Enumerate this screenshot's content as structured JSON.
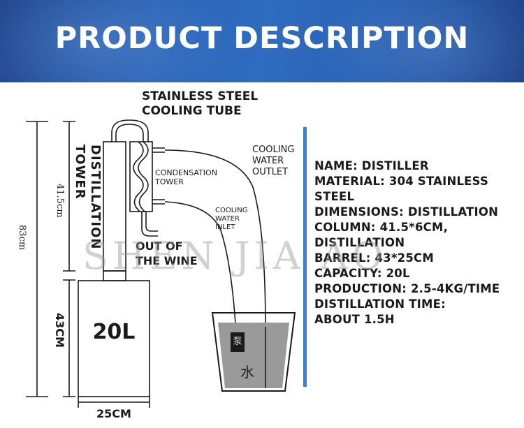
{
  "banner": {
    "title": "PRODUCT DESCRIPTION"
  },
  "diagram": {
    "cooling_tube_line1": "STAINLESS STEEL",
    "cooling_tube_line2": "COOLING TUBE",
    "tower_line1": "DISTILLATION",
    "tower_line2": "TOWER",
    "condensation_line1": "CONDENSATION",
    "condensation_line2": "TOWER",
    "out_line1": "OUT OF",
    "out_line2": "THE WINE",
    "outlet_line1": "COOLING",
    "outlet_line2": "WATER",
    "outlet_line3": "OUTLET",
    "inlet_line1": "COOLING",
    "inlet_line2": "WATER",
    "inlet_line3": "INLET",
    "barrel_capacity": "20L",
    "pump_char": "泵",
    "water_char": "水"
  },
  "dimensions": {
    "total_height": "83cm",
    "tower_height": "41.5cm",
    "barrel_height": "43CM",
    "barrel_width": "25CM"
  },
  "specs": [
    "NAME: DISTILLER",
    "MATERIAL: 304 STAINLESS",
    "STEEL",
    "DIMENSIONS: DISTILLATION",
    "COLUMN: 41.5*6CM,",
    "DISTILLATION",
    "BARREL: 43*25CM",
    "CAPACITY: 20L",
    "PRODUCTION: 2.5-4KG/TIME",
    "DISTILLATION TIME:",
    "ABOUT 1.5H"
  ],
  "watermark": "SHEN JIA AO",
  "colors": {
    "banner": "#2a62b4",
    "accent_bar": "#3f7fd0",
    "water": "#9a9a9a",
    "line": "#1a1a1a"
  }
}
